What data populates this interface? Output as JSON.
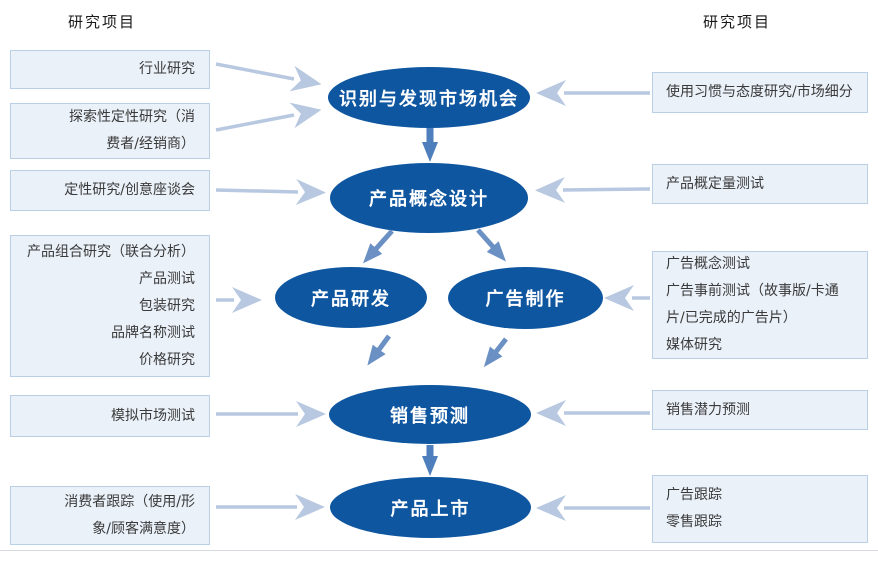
{
  "header_left": "研究项目",
  "header_right": "研究项目",
  "left_boxes": [
    {
      "id": "industry-research",
      "lines": [
        "行业研究"
      ]
    },
    {
      "id": "exploratory-qualitative-research",
      "lines": [
        "探索性定性研究（消",
        "费者/经销商）"
      ]
    },
    {
      "id": "qualitative-research-creative-session",
      "lines": [
        "定性研究/创意座谈会"
      ]
    },
    {
      "id": "product-portfolio-research",
      "lines": [
        "产品组合研究（联合分析）",
        "产品测试",
        "包装研究",
        "品牌名称测试",
        "价格研究"
      ]
    },
    {
      "id": "simulated-market-test",
      "lines": [
        "模拟市场测试"
      ]
    },
    {
      "id": "consumer-tracking",
      "lines": [
        "消费者跟踪（使用/形",
        "象/顾客满意度）"
      ]
    }
  ],
  "right_boxes": [
    {
      "id": "usage-attitude-research",
      "lines": [
        "使用习惯与态度研究/市场细分"
      ]
    },
    {
      "id": "product-concept-quantitative-test",
      "lines": [
        "产品概定量测试"
      ]
    },
    {
      "id": "ad-testing",
      "lines": [
        "广告概念测试",
        "广告事前测试（故事版/卡通",
        "片/已完成的广告片）",
        "媒体研究"
      ]
    },
    {
      "id": "sales-potential-forecast",
      "lines": [
        "销售潜力预测"
      ]
    },
    {
      "id": "ad-retail-tracking",
      "lines": [
        "广告跟踪",
        "零售跟踪"
      ]
    }
  ],
  "nodes": [
    {
      "id": "identify-market-opportunity",
      "label": "识别与发现市场机会"
    },
    {
      "id": "product-concept-design",
      "label": "产品概念设计"
    },
    {
      "id": "product-development",
      "label": "产品研发"
    },
    {
      "id": "ad-production",
      "label": "广告制作"
    },
    {
      "id": "sales-forecast",
      "label": "销售预测"
    },
    {
      "id": "product-launch",
      "label": "产品上市"
    }
  ],
  "colors": {
    "node_fill": "#0f56a0",
    "box_fill": "#eaf1f9",
    "box_border": "#b9cfe6",
    "light_arrow": "#b7c8e0",
    "dark_arrow": "#4e7fbc",
    "diagonal_arrow": "#6a90c4"
  }
}
